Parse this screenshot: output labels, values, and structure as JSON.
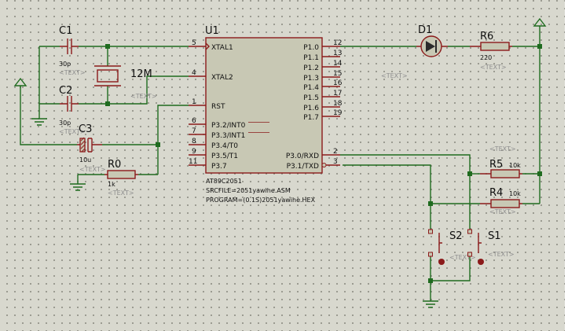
{
  "u1": {
    "ref": "U1",
    "part": "AT89C2051",
    "srcfile": "SRCFILE=2051yawihe.ASM",
    "program": "PROGRAM=(0.1S)2051yawihe.HEX",
    "left_pins": [
      {
        "num": "5",
        "name": "XTAL1"
      },
      {
        "num": "4",
        "name": "XTAL2"
      },
      {
        "num": "1",
        "name": "RST"
      },
      {
        "num": "6",
        "name": "P3.2/INT0"
      },
      {
        "num": "7",
        "name": "P3.3/INT1"
      },
      {
        "num": "8",
        "name": "P3.4/T0"
      },
      {
        "num": "9",
        "name": "P3.5/T1"
      },
      {
        "num": "11",
        "name": "P3.7"
      }
    ],
    "right_pins": [
      {
        "num": "12",
        "name": "P1.0"
      },
      {
        "num": "13",
        "name": "P1.1"
      },
      {
        "num": "14",
        "name": "P1.2"
      },
      {
        "num": "15",
        "name": "P1.3"
      },
      {
        "num": "16",
        "name": "P1.4"
      },
      {
        "num": "17",
        "name": "P1.5"
      },
      {
        "num": "18",
        "name": "P1.6"
      },
      {
        "num": "19",
        "name": "P1.7"
      },
      {
        "num": "2",
        "name": "P3.0/RXD"
      },
      {
        "num": "3",
        "name": "P3.1/TXD"
      }
    ]
  },
  "components": {
    "c1": {
      "ref": "C1",
      "value": "30p",
      "text": "<TEXT>"
    },
    "c2": {
      "ref": "C2",
      "value": "30p",
      "text": "<TEXT>"
    },
    "c3": {
      "ref": "C3",
      "value": "10u",
      "text": "<TEXT>"
    },
    "x1": {
      "ref": "12M",
      "text": "<TEXT>"
    },
    "r0": {
      "ref": "R0",
      "value": "1k",
      "text": "<TEXT>"
    },
    "d1": {
      "ref": "D1",
      "text": "<TEXT>"
    },
    "r6": {
      "ref": "R6",
      "value": "220",
      "text": "<TEXT>"
    },
    "r5": {
      "ref": "R5",
      "value": "10k",
      "text": "<TEXT>"
    },
    "r4": {
      "ref": "R4",
      "value": "10k",
      "text": "<TEXT>"
    },
    "s1": {
      "ref": "S1",
      "text": "<TEXT>"
    },
    "s2": {
      "ref": "S2",
      "text": "<TEXT>"
    }
  },
  "colors": {
    "wire": "#1f6b1f",
    "component": "#8b1a1a",
    "chip_fill": "#c8c8b4",
    "background": "#d8d8ce"
  }
}
